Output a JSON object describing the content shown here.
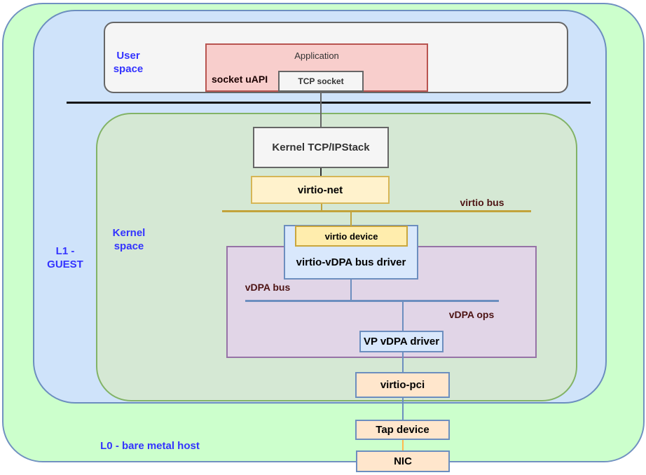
{
  "regions": {
    "l0": {
      "label": "L0 - bare metal host"
    },
    "l1": {
      "label_line1": "L1 -",
      "label_line2": "GUEST"
    },
    "user_space": {
      "label_line1": "User",
      "label_line2": "space"
    },
    "kernel_space": {
      "label_line1": "Kernel",
      "label_line2": "space"
    }
  },
  "nodes": {
    "application": "Application",
    "socket_uapi": "socket uAPI",
    "tcp_socket": "TCP socket",
    "kernel_stack": "Kernel TCP/IPStack",
    "virtio_net": "virtio-net",
    "virtio_device": "virtio device",
    "virtio_vdpa_bus_driver": "virtio-vDPA bus driver",
    "vp_vdpa_driver": "VP vDPA driver",
    "virtio_pci": "virtio-pci",
    "tap_device": "Tap device",
    "nic": "NIC"
  },
  "buses": {
    "virtio_bus": "virtio bus",
    "vdpa_bus": "vDPA bus",
    "vdpa_ops": "vDPA ops"
  },
  "colors": {
    "l0_fill": "#ccffcc",
    "l1_fill": "#cfe3fa",
    "kernel_fill": "#d5e8d4",
    "kernel_border": "#82b366",
    "user_space_fill": "#f5f5f5",
    "gray_border": "#666666",
    "application_fill": "#f8cecc",
    "application_border": "#b85450",
    "yellow_fill": "#fff2cc",
    "yellow_border": "#d6b656",
    "virtio_device_fill": "#ffedad",
    "blue_fill": "#d9e8fc",
    "blue_border": "#6c8ebf",
    "purple_fill": "#e1d5e7",
    "purple_border": "#9673a6",
    "peach_fill": "#ffe6cc",
    "virtio_bus_line": "#c2a33b",
    "vdpa_bus_line": "#6c8ebf",
    "tap_nic_link": "#ffb84d",
    "region_label_text": "#3333ff",
    "bus_label_text": "#4d1414",
    "separator": "#161616"
  }
}
